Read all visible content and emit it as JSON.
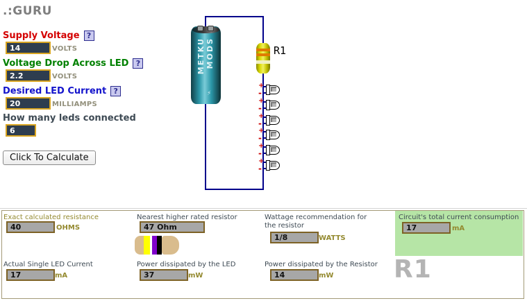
{
  "title": ".:GURU",
  "form": {
    "fields": [
      {
        "label": "Supply Voltage",
        "value": "14",
        "unit": "VOLTS",
        "color": "#d40000"
      },
      {
        "label": "Voltage Drop Across LED",
        "value": "2.2",
        "unit": "VOLTS",
        "color": "#008000"
      },
      {
        "label": "Desired LED Current",
        "value": "20",
        "unit": "MILLIAMPS",
        "color": "#1414cc"
      },
      {
        "label": "How many leds connected",
        "value": "6",
        "unit": "",
        "color": "#3e4a54"
      }
    ],
    "help_icon": "?",
    "calculate_button": "Click To Calculate"
  },
  "circuit": {
    "battery_brand_line1": "METKU",
    "battery_brand_line2": "MODS",
    "battery_bolt": "⚡",
    "resistor_label": "R1",
    "led_count": 6,
    "led_positive": "+",
    "led_negative": "-",
    "wire_color": "#00008b"
  },
  "results": {
    "exact_resistance": {
      "label": "Exact calculated resistance",
      "value": "40",
      "unit": "OHMS"
    },
    "nearest_resistor": {
      "label": "Nearest higher rated resistor",
      "value": "47 Ohm",
      "band_colors": [
        "#ffff00",
        "#8000cc",
        "#000000"
      ],
      "body_color": "#d9bc8d"
    },
    "wattage": {
      "label": "Wattage recommendation for the resistor",
      "value": "1/8",
      "unit": "WATTS"
    },
    "total_current": {
      "label": "Circuit's total current consumption",
      "value": "17",
      "unit": "mA",
      "highlight": "#b6e5a6"
    },
    "single_led_current": {
      "label": "Actual Single LED Current",
      "value": "17",
      "unit": "mA"
    },
    "led_power": {
      "label": "Power dissipated by the LED",
      "value": "37",
      "unit": "mW"
    },
    "resistor_power": {
      "label": "Power dissipated by the Resistor",
      "value": "14",
      "unit": "mW"
    },
    "resistor_name": "R1"
  }
}
